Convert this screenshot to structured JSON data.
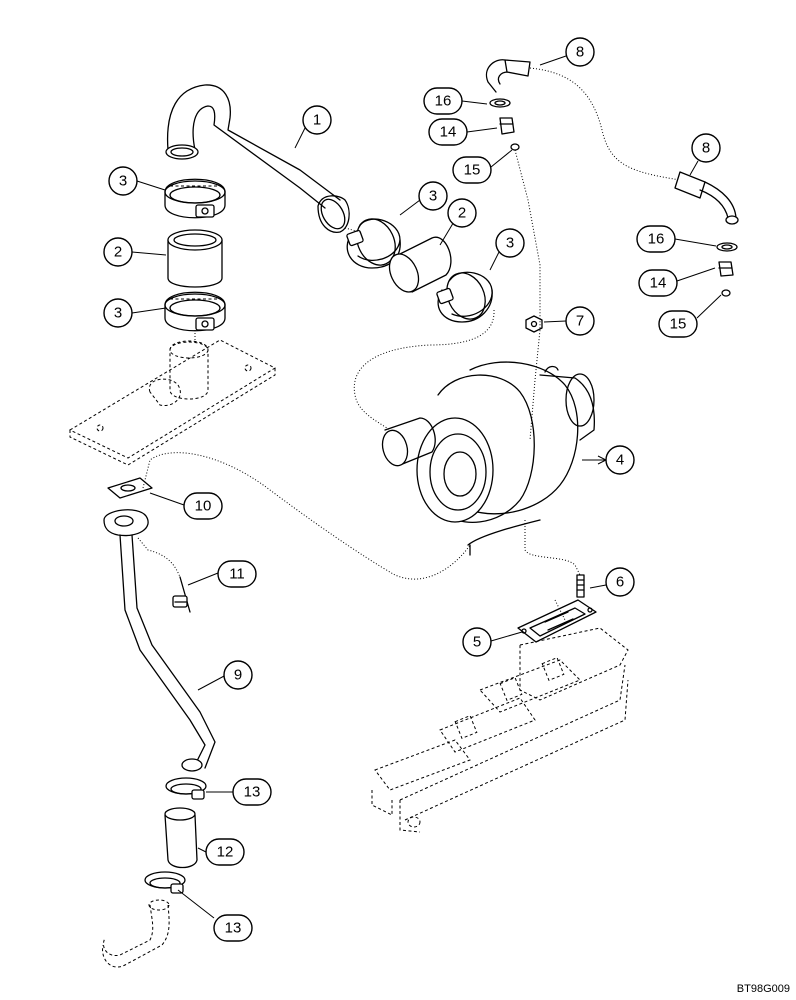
{
  "diagram": {
    "figure_code": "BT98G009",
    "callouts": [
      {
        "id": "c1",
        "label": "1"
      },
      {
        "id": "c2a",
        "label": "2"
      },
      {
        "id": "c2b",
        "label": "2"
      },
      {
        "id": "c3a",
        "label": "3"
      },
      {
        "id": "c3b",
        "label": "3"
      },
      {
        "id": "c3c",
        "label": "3"
      },
      {
        "id": "c3d",
        "label": "3"
      },
      {
        "id": "c4",
        "label": "4"
      },
      {
        "id": "c5",
        "label": "5"
      },
      {
        "id": "c6",
        "label": "6"
      },
      {
        "id": "c7",
        "label": "7"
      },
      {
        "id": "c8a",
        "label": "8"
      },
      {
        "id": "c8b",
        "label": "8"
      },
      {
        "id": "c9",
        "label": "9"
      },
      {
        "id": "c10",
        "label": "10"
      },
      {
        "id": "c11",
        "label": "11"
      },
      {
        "id": "c12",
        "label": "12"
      },
      {
        "id": "c13a",
        "label": "13"
      },
      {
        "id": "c13b",
        "label": "13"
      },
      {
        "id": "c14a",
        "label": "14"
      },
      {
        "id": "c14b",
        "label": "14"
      },
      {
        "id": "c15a",
        "label": "15"
      },
      {
        "id": "c15b",
        "label": "15"
      },
      {
        "id": "c16a",
        "label": "16"
      },
      {
        "id": "c16b",
        "label": "16"
      }
    ]
  }
}
